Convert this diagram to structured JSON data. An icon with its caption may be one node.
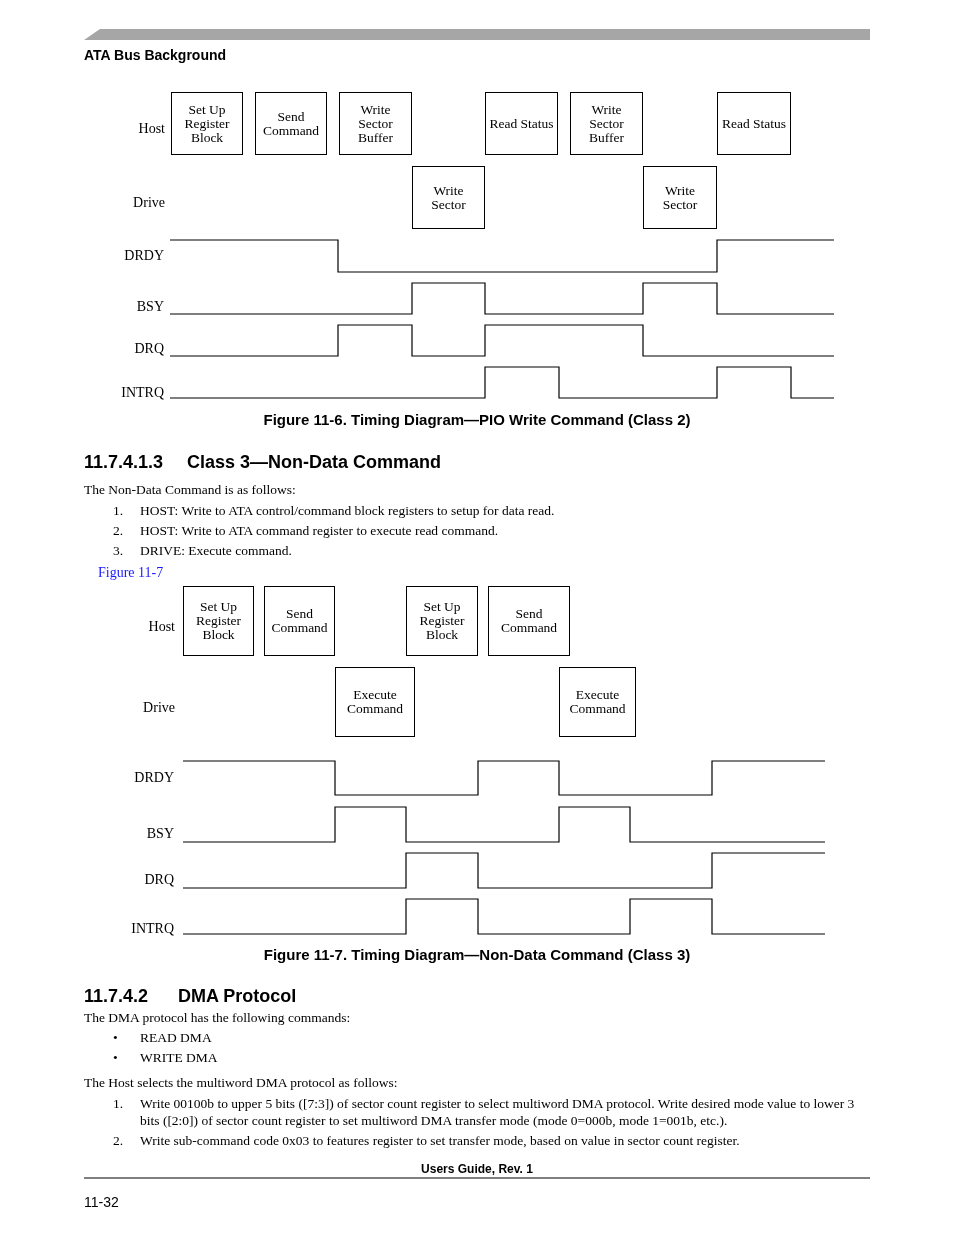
{
  "diagram": {
    "nodes": [
      {
        "text": [
          "Set Up Register Block"
        ]
      },
      {
        "text": [
          "Send Command"
        ]
      },
      {
        "text": [
          "Write Sector Buffer"
        ]
      },
      {
        "text": [
          "Read Status"
        ]
      },
      {
        "text": [
          "Write Sector Buffer"
        ]
      },
      {
        "text": [
          "Read Status"
        ]
      },
      {
        "text": [
          "Write Sector"
        ]
      },
      {
        "text": [
          "Write Sector"
        ]
      },
      {
        "text": [
          "Set Up Register Block"
        ]
      },
      {
        "text": [
          "Send Command"
        ]
      },
      {
        "text": [
          "Set Up Register Block"
        ]
      },
      {
        "text": [
          "Send Command"
        ]
      },
      {
        "text": [
          "Execute Command"
        ]
      },
      {
        "text": [
          "Execute Command"
        ]
      }
    ],
    "labels": [
      "ATA Bus Background",
      "Host",
      "Drive",
      "DRDY",
      "BSY",
      "DRQ",
      "INTRQ",
      "Figure 11-6. Timing Diagram—PIO Write Command (Class 2)",
      "11.7.4.1.3",
      "Class 3—Non-Data Command",
      "The Non-Data Command is as follows:",
      "1.",
      "HOST: Write to ATA control/command block registers to setup for data read.",
      "2.",
      "HOST: Write to ATA command register to execute read command.",
      "3.",
      "DRIVE: Execute command.",
      "Figure 11-7",
      "Host",
      "Drive",
      "DRDY",
      "BSY",
      "DRQ",
      "INTRQ",
      "Figure 11-7. Timing Diagram—Non-Data Command (Class 3)",
      "11.7.4.2",
      "DMA Protocol",
      "The DMA protocol has the following commands:",
      "•",
      "READ DMA",
      "•",
      "WRITE DMA",
      "The Host selects the multiword DMA protocol as follows:",
      "1.",
      "Write 00100b to upper 5 bits ([7:3]) of sector count register to select multiword DMA protocol. Write desired mode value to lower 3 bits ([2:0]) of sector count register to set multiword DMA transfer mode (mode 0=000b, mode 1=001b, etc.).",
      "2.",
      "Write sub-command code 0x03 to features register to set transfer mode, based on value in sector count register.",
      "Users Guide, Rev. 1",
      "11-32"
    ]
  }
}
